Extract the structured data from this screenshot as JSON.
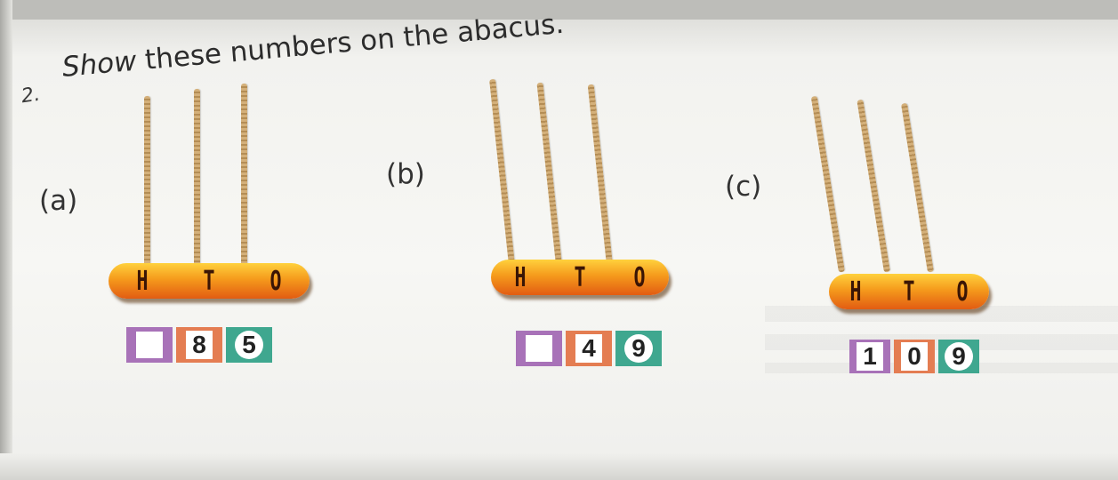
{
  "question": {
    "number": "2.",
    "title_italic": "Show",
    "title_rest": " these numbers on the abacus."
  },
  "parts": [
    {
      "label": "(a)",
      "place_letters": [
        "H",
        "T",
        "O"
      ],
      "digits": [
        "",
        "8",
        "5"
      ]
    },
    {
      "label": "(b)",
      "place_letters": [
        "H",
        "T",
        "O"
      ],
      "digits": [
        "",
        "4",
        "9"
      ]
    },
    {
      "label": "(c)",
      "place_letters": [
        "H",
        "T",
        "O"
      ],
      "digits": [
        "1",
        "0",
        "9"
      ]
    }
  ],
  "colors": {
    "hundreds_box": "#a872b8",
    "tens_box": "#e47d52",
    "ones_box": "#3fa78f",
    "abacus_base": "#f59a1c"
  }
}
